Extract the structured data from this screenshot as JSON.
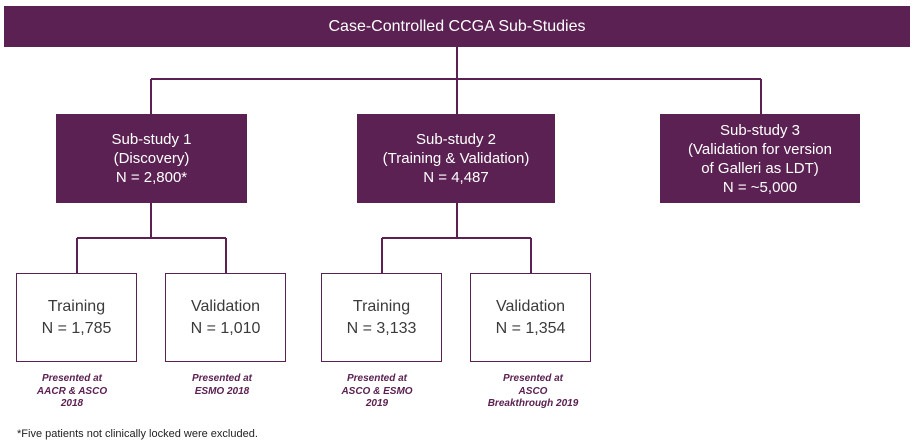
{
  "top": {
    "title": "Case-Controlled CCGA Sub-Studies"
  },
  "substudies": [
    {
      "lines": [
        "Sub-study 1",
        "(Discovery)",
        "N = 2,800*"
      ]
    },
    {
      "lines": [
        "Sub-study 2",
        "(Training & Validation)",
        "N = 4,487"
      ]
    },
    {
      "lines": [
        "Sub-study 3",
        "(Validation for version",
        "of Galleri as LDT)",
        "N = ~5,000"
      ]
    }
  ],
  "arms": [
    {
      "label": "Training",
      "n": "N = 1,785",
      "note": [
        "Presented at",
        "AACR & ASCO",
        "2018"
      ]
    },
    {
      "label": "Validation",
      "n": "N = 1,010",
      "note": [
        "Presented at",
        "ESMO 2018"
      ]
    },
    {
      "label": "Training",
      "n": "N = 3,133",
      "note": [
        "Presented at",
        "ASCO & ESMO",
        "2019"
      ]
    },
    {
      "label": "Validation",
      "n": "N = 1,354",
      "note": [
        "Presented at",
        "ASCO",
        "Breakthrough 2019"
      ]
    }
  ],
  "footnote": "*Five patients not clinically locked were excluded.",
  "colors": {
    "primary": "#5b2152",
    "line": "#5b2152",
    "text_dark": "#3b3b3b"
  }
}
